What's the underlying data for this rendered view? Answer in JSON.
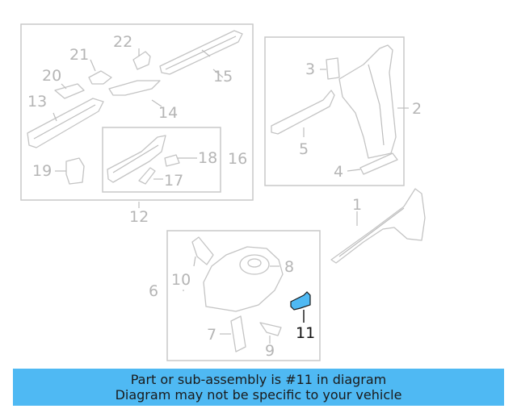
{
  "callouts": {
    "c1": "1",
    "c2": "2",
    "c3": "3",
    "c4": "4",
    "c5": "5",
    "c6": "6",
    "c7": "7",
    "c8": "8",
    "c9": "9",
    "c10": "10",
    "c11": "11",
    "c12": "12",
    "c13": "13",
    "c14": "14",
    "c15": "15",
    "c16": "16",
    "c17": "17",
    "c18": "18",
    "c19": "19",
    "c20": "20",
    "c21": "21",
    "c22": "22"
  },
  "highlight_color": "#4fb9f3",
  "banner": {
    "line1": "Part or sub-assembly is #11 in diagram",
    "line2": "Diagram may not be specific to your vehicle"
  }
}
